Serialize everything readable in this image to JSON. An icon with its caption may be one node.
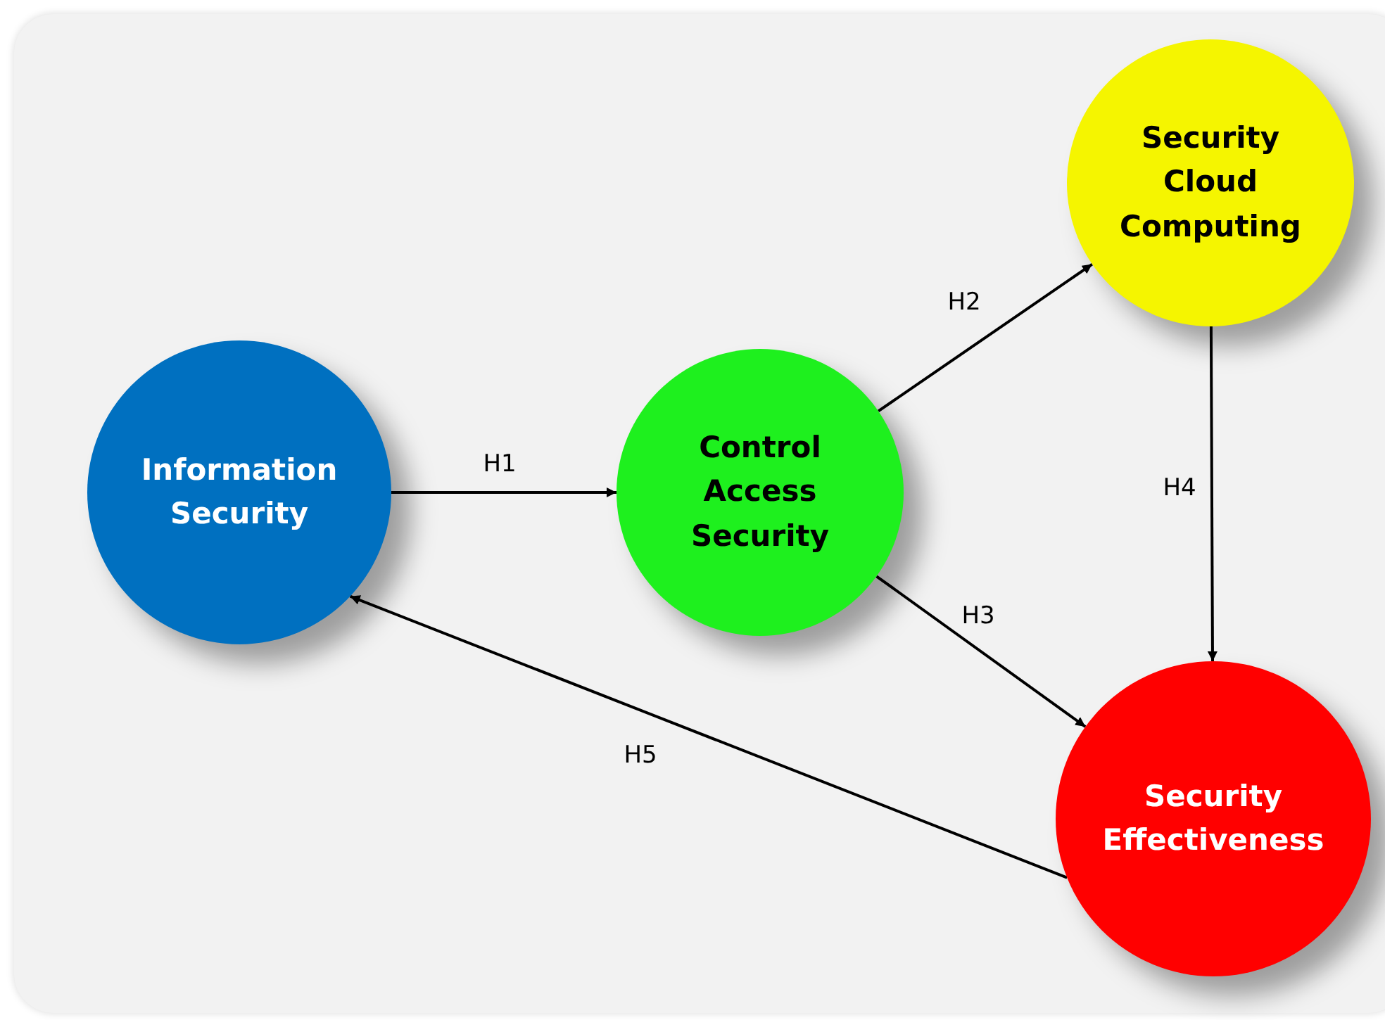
{
  "diagram": {
    "nodes": [
      {
        "text": [
          "Information Security"
        ]
      },
      {
        "text": [
          "Control Access Security"
        ]
      },
      {
        "text": [
          "Security Cloud Computing"
        ]
      },
      {
        "text": [
          "Security Effectiveness"
        ]
      }
    ],
    "edges": [
      {
        "from": 0,
        "to": 1,
        "arrow": "to",
        "label": "H1"
      },
      {
        "from": 1,
        "to": 2,
        "arrow": "to",
        "label": "H2"
      },
      {
        "from": 1,
        "to": 3,
        "arrow": "to",
        "label": "H3"
      },
      {
        "from": 2,
        "to": 3,
        "arrow": "to",
        "label": "H4"
      },
      {
        "from": 3,
        "to": 0,
        "arrow": "to",
        "label": "H5"
      }
    ]
  }
}
